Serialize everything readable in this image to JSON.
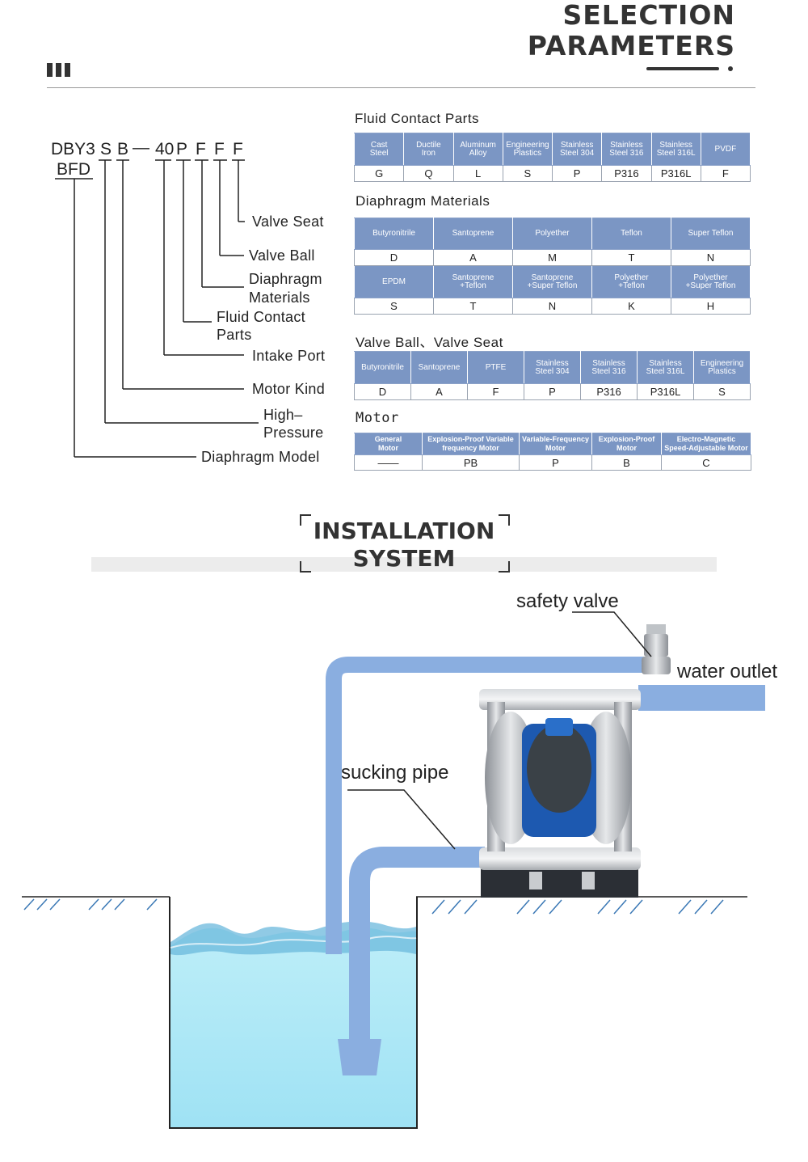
{
  "header": {
    "title_line1": "SELECTION",
    "title_line2": "PARAMETERS"
  },
  "model_code": {
    "prefix": "DBY3",
    "s": "S",
    "b": "B",
    "dash": "—",
    "size": "40",
    "p": "P",
    "f1": "F",
    "f2": "F",
    "f3": "F",
    "bfd": "BFD"
  },
  "labels": {
    "valve_seat": "Valve Seat",
    "valve_ball": "Valve Ball",
    "diaphragm_materials_1": "Diaphragm",
    "diaphragm_materials_2": "Materials",
    "fluid_contact_1": "Fluid Contact",
    "fluid_contact_2": "Parts",
    "intake_port": "Intake Port",
    "motor_kind": "Motor Kind",
    "high_pressure_1": "High–",
    "high_pressure_2": "Pressure",
    "diaphragm_model": "Diaphragm Model"
  },
  "fluid_contact": {
    "title": "Fluid Contact Parts",
    "headers": [
      [
        "Cast",
        "Steel"
      ],
      [
        "Ductile",
        "Iron"
      ],
      [
        "Aluminum",
        "Alloy"
      ],
      [
        "Engineering",
        "Plastics"
      ],
      [
        "Stainless",
        "Steel 304"
      ],
      [
        "Stainless",
        "Steel 316"
      ],
      [
        "Stainless",
        "Steel 316L"
      ],
      [
        "PVDF",
        ""
      ]
    ],
    "codes": [
      "G",
      "Q",
      "L",
      "S",
      "P",
      "P316",
      "P316L",
      "F"
    ]
  },
  "diaphragm": {
    "title": "Diaphragm Materials",
    "row1_headers": [
      [
        "Butyronitrile",
        ""
      ],
      [
        "Santoprene",
        ""
      ],
      [
        "Polyether",
        ""
      ],
      [
        "Teflon",
        ""
      ],
      [
        "Super Teflon",
        ""
      ]
    ],
    "row1_codes": [
      "D",
      "A",
      "M",
      "T",
      "N"
    ],
    "row2_headers": [
      [
        "EPDM",
        ""
      ],
      [
        "Santoprene",
        "+Teflon"
      ],
      [
        "Santoprene",
        "+Super Teflon"
      ],
      [
        "Polyether",
        "+Teflon"
      ],
      [
        "Polyether",
        "+Super Teflon"
      ]
    ],
    "row2_codes": [
      "S",
      "T",
      "N",
      "K",
      "H"
    ]
  },
  "valve": {
    "title": "Valve Ball、Valve Seat",
    "headers": [
      [
        "Butyronitrile",
        ""
      ],
      [
        "Santoprene",
        ""
      ],
      [
        "PTFE",
        ""
      ],
      [
        "Stainless",
        "Steel 304"
      ],
      [
        "Stainless",
        "Steel 316"
      ],
      [
        "Stainless",
        "Steel 316L"
      ],
      [
        "Engineering",
        "Plastics"
      ]
    ],
    "codes": [
      "D",
      "A",
      "F",
      "P",
      "P316",
      "P316L",
      "S"
    ]
  },
  "motor": {
    "title": "Motor",
    "headers": [
      [
        "General",
        "Motor"
      ],
      [
        "Explosion-Proof Variable",
        "frequency Motor"
      ],
      [
        "Variable-Frequency",
        "Motor"
      ],
      [
        "Explosion-Proof",
        "Motor"
      ],
      [
        "Electro-Magnetic",
        "Speed-Adjustable Motor"
      ]
    ],
    "codes": [
      "——",
      "PB",
      "P",
      "B",
      "C"
    ]
  },
  "installation": {
    "title_line1": "INSTALLATION",
    "title_line2": "SYSTEM",
    "safety_valve": "safety valve",
    "water_outlet": "water outlet",
    "sucking_pipe": "sucking pipe"
  },
  "colors": {
    "table_header": "#7b96c4",
    "pipe": "#8aaee0",
    "water": "#a9e6f5",
    "water_dark": "#6bb8dc"
  }
}
